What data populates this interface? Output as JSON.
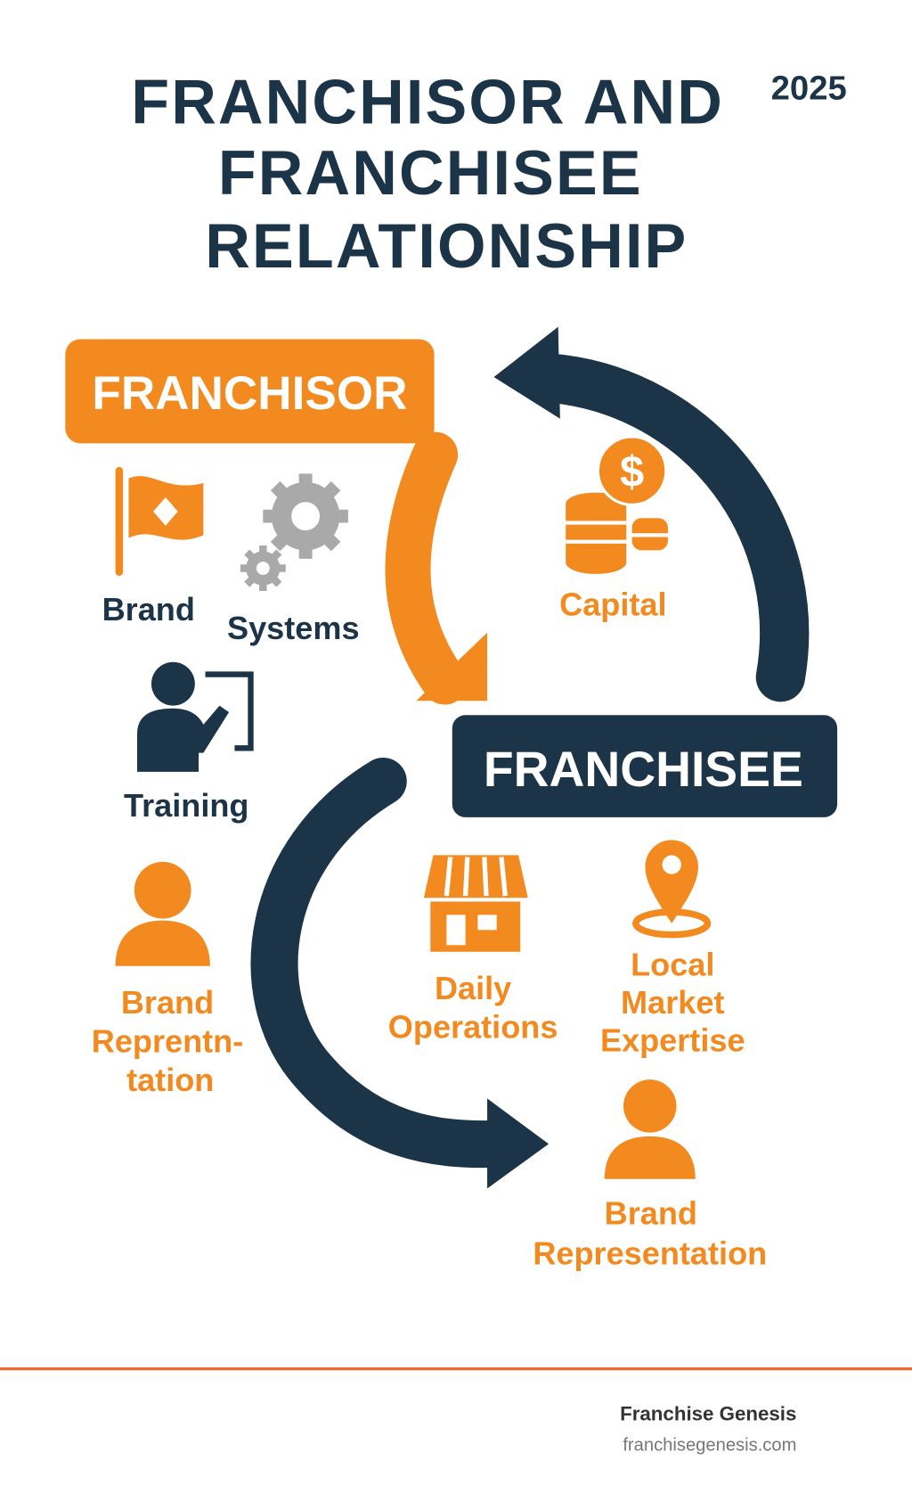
{
  "title": {
    "line1": "FRANCHISOR AND",
    "line2": "FRANCHISEE",
    "line3": "RELATIONSHIP",
    "year": "2025"
  },
  "franchisor": {
    "label": "FRANCHISOR",
    "items": {
      "brand": "Brand",
      "systems": "Systems",
      "training": "Training"
    },
    "representation": [
      "Brand",
      "Reprentn-",
      "tation"
    ]
  },
  "capital": {
    "label": "Capital",
    "icon": "coins-dollar-icon"
  },
  "franchisee": {
    "label": "FRANCHISEE",
    "operations": [
      "Daily",
      "Operations"
    ],
    "local": [
      "Local",
      "Market",
      "Expertise"
    ],
    "representation": [
      "Brand",
      "Representation"
    ]
  },
  "footer": {
    "brand": "Franchise Genesis",
    "url": "franchisegenesis.com"
  },
  "colors": {
    "orange": "#f28a1f",
    "navy": "#1c3448",
    "rule": "#e8652e",
    "gear": "#a9a9a9"
  }
}
